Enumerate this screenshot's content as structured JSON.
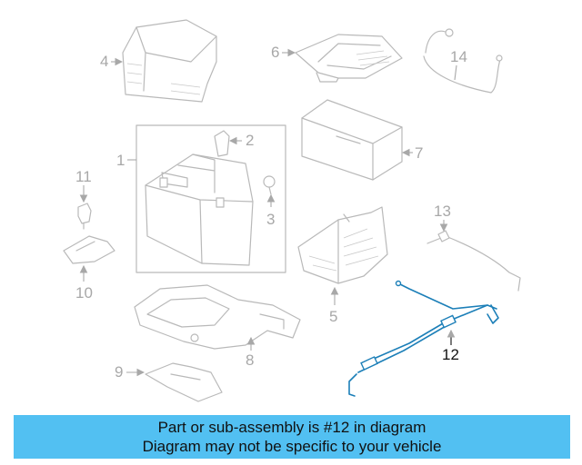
{
  "callouts": {
    "c1": "1",
    "c2": "2",
    "c3": "3",
    "c4": "4",
    "c5": "5",
    "c6": "6",
    "c7": "7",
    "c8": "8",
    "c9": "9",
    "c10": "10",
    "c11": "11",
    "c12": "12",
    "c13": "13",
    "c14": "14"
  },
  "highlight_part": "12",
  "colors": {
    "banner": "#52c0f2",
    "highlight": "#1c7fb8",
    "part_line": "#b9b9b9"
  },
  "banner": {
    "line1": "Part or sub-assembly is #12 in diagram",
    "line2": "Diagram may not be specific to your vehicle"
  }
}
